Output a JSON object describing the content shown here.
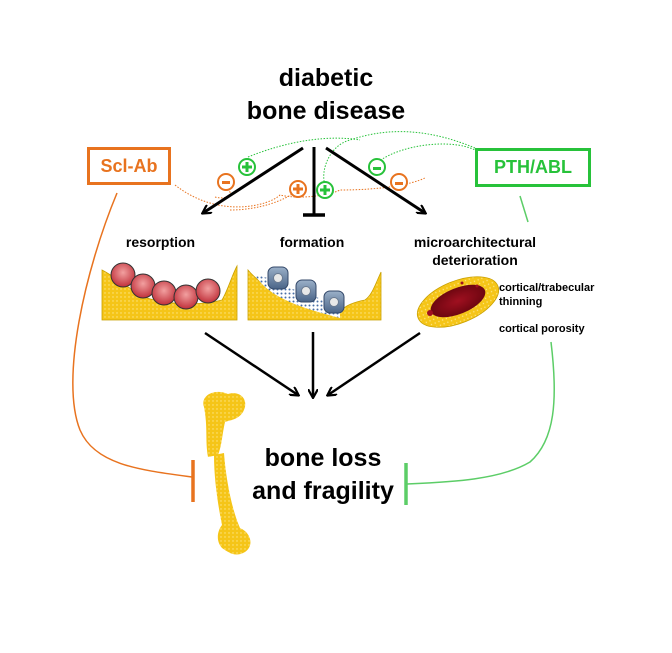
{
  "diagram": {
    "title": "diabetic\nbone disease",
    "outcome": "bone loss\nand fragility",
    "therapies": {
      "left": {
        "label": "Scl-Ab",
        "color": "#e8731f"
      },
      "right": {
        "label": "PTH/ABL",
        "color": "#27c23a"
      }
    },
    "processes": [
      {
        "label": "resorption"
      },
      {
        "label": "formation"
      },
      {
        "label": "microarchitectural\ndeterioration"
      }
    ],
    "microarchitecture_details": [
      "cortical/trabecular\nthinning",
      "cortical porosity"
    ],
    "effect_markers": [
      {
        "therapy": "Scl-Ab",
        "target": "resorption",
        "sign": "-"
      },
      {
        "therapy": "PTH/ABL",
        "target": "resorption",
        "sign": "+"
      },
      {
        "therapy": "Scl-Ab",
        "target": "formation",
        "sign": "+"
      },
      {
        "therapy": "PTH/ABL",
        "target": "formation",
        "sign": "+"
      },
      {
        "therapy": "PTH/ABL",
        "target": "microarchitectural deterioration",
        "sign": "-"
      },
      {
        "therapy": "Scl-Ab",
        "target": "microarchitectural deterioration",
        "sign": "-"
      }
    ],
    "colors": {
      "orange": "#e8731f",
      "green": "#27c23a",
      "bone": "#f5c518",
      "arrow": "#000000"
    }
  }
}
